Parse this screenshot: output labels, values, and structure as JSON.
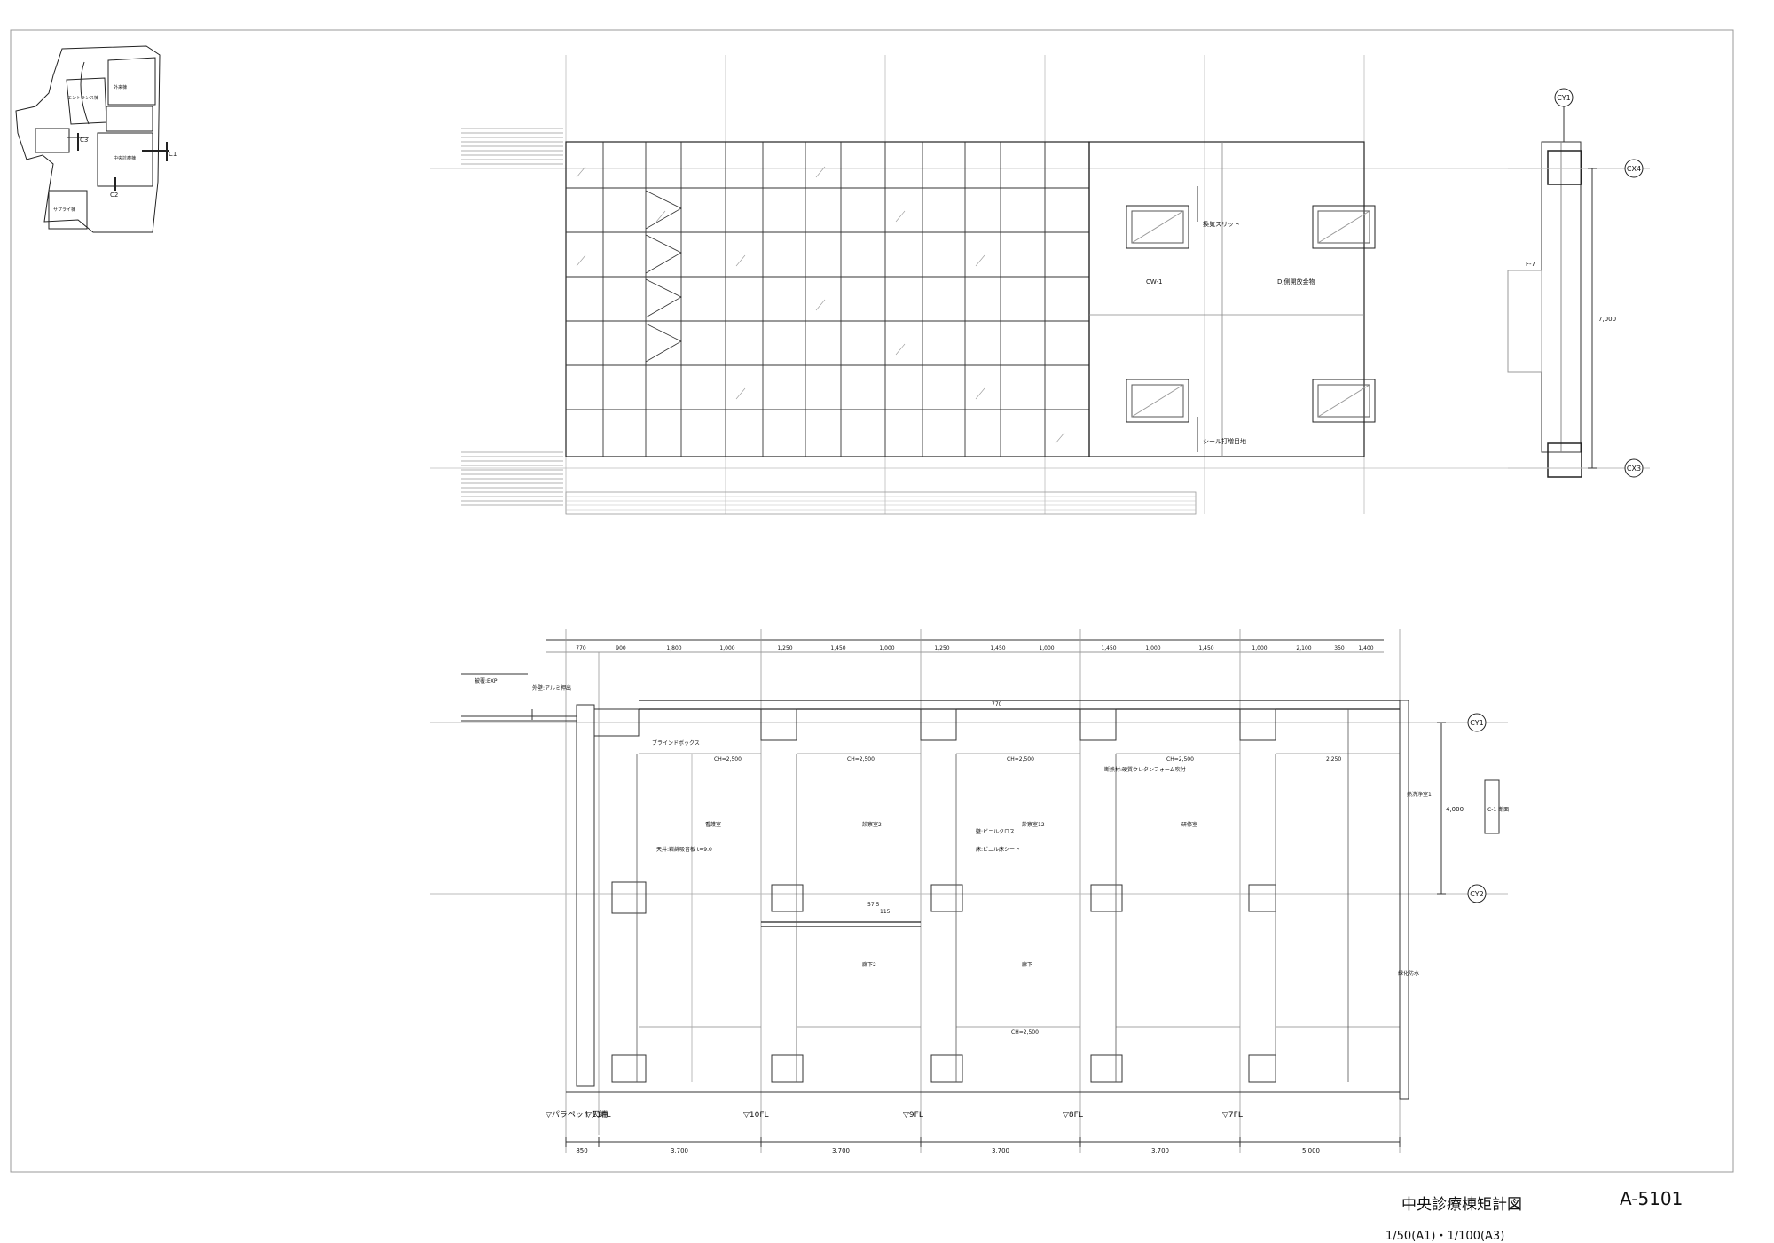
{
  "title_block": {
    "drawing_title": "中央診療棟矩計図",
    "drawing_number": "A-5101",
    "scale": "1/50(A1)・1/100(A3)"
  },
  "key_plan": {
    "labels": [
      "エントランス棟",
      "外来棟",
      "中央診療棟",
      "サプライ棟",
      "C1",
      "C2",
      "C3"
    ]
  },
  "elevation": {
    "grid_labels": [
      "CY1",
      "CX4",
      "CX3"
    ],
    "dimension": "7,000",
    "notes": [
      "換気スリット",
      "DJ側開放金物",
      "シール打増目地"
    ],
    "panel_tags": [
      "CW-1",
      "F-7"
    ]
  },
  "section": {
    "grid_labels": [
      "CY1",
      "CY2"
    ],
    "span_dimension": "4,000",
    "section_tag": "C-1 断面",
    "floor_levels": [
      "▽パラペット天端",
      "▽11FL",
      "▽10FL",
      "▽9FL",
      "▽8FL",
      "▽7FL"
    ],
    "bottom_dimensions": [
      "850",
      "3,700",
      "3,700",
      "3,700",
      "3,700",
      "5,000"
    ],
    "top_dimensions": [
      "770",
      "900",
      "1,800",
      "1,000",
      "1,250",
      "1,450",
      "1,000",
      "1,250",
      "1,450",
      "1,000",
      "1,450",
      "1,000",
      "1,450",
      "1,000",
      "2,100",
      "350",
      "1,400"
    ],
    "ceiling_heights": [
      "CH=2,500",
      "CH=2,500",
      "CH=2,500",
      "CH=2,500",
      "CH=2,500",
      "2,250"
    ],
    "rooms": [
      "看護室",
      "診察室2",
      "診察室12",
      "廊下2",
      "廊下",
      "研修室",
      "熱洗浄室1",
      "緑化防水"
    ],
    "notes": [
      "ブラインドボックス",
      "天井:岩綿吸音板 t=9.0",
      "壁:ビニルクロス",
      "床:ビニル床シート",
      "外壁:アルミ押出",
      "断熱材:硬質ウレタンフォーム吹付",
      "被覆:EXP",
      "57.5",
      "115",
      "770"
    ]
  }
}
